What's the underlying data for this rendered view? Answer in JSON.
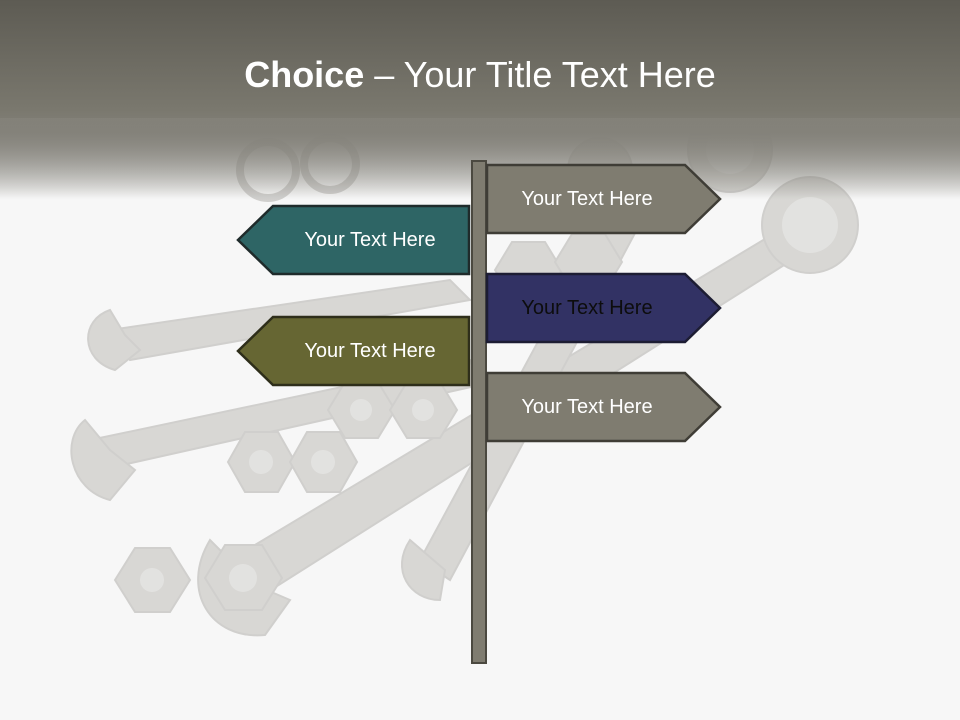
{
  "title": {
    "bold": "Choice",
    "rest": " – Your Title Text Here"
  },
  "signs": {
    "right_top": "Your Text Here",
    "left_top": "Your Text Here",
    "right_middle": "Your Text Here",
    "left_bottom": "Your Text Here",
    "right_bottom": "Your Text Here"
  },
  "colors": {
    "header": "#716f66",
    "sign_gray": "#7f7c70",
    "sign_teal": "#2e6565",
    "sign_navy": "#323264",
    "sign_olive": "#666633",
    "outline": "#3f3d36"
  },
  "background_art": "faded-wrenches-and-nuts"
}
